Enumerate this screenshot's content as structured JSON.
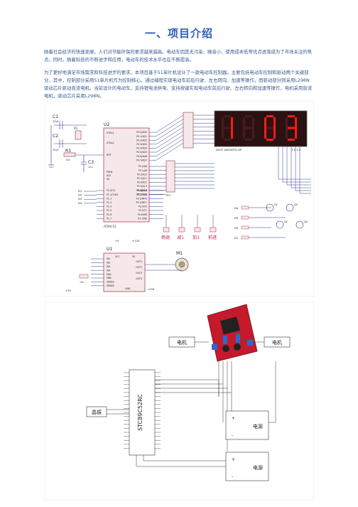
{
  "heading": "一、项目介绍",
  "paragraphs": [
    "随着社会经济的快速发展，人们对节能环保的要求越来越高。电动车因其无污染、噪音小、使用成本低等优点逐渐成为了市场关注的焦点。同时，随着科技的不断进步和应用，电动车的技术水平也在不断提高。",
    "为了更好地满足市场需求和科技进步的要求，本项目基于51单片机设计了一款电动车控制器。主要包括电动车控制和驱动两个关键部分。其中，控制部分采用51单片机作为控制核心，通过编程实现电动车前后行驶、左右转向、加速等操作。而驱动部分则采用L298N驱动芯片驱动直流电机。当前设计的电动车，支持锂电池供电、支持按键实现电动车前后行驶、左右转向和加速等操作，电机采用直流电机，驱动芯片采用L298N。"
  ],
  "schematic": {
    "components": {
      "c1": "C1",
      "c1_val": "30pF",
      "c2": "C2",
      "c2_val": "30pF",
      "r3": "R3",
      "r3_val": "10k",
      "c3": "C3",
      "c3_val": "10u",
      "x1": "X1",
      "u2": "U2",
      "u2_part": "AT89C52",
      "u1": "U1",
      "u1_part": "L298",
      "m1": "M1",
      "seg_label": "DIGIT ABCDEFG DP",
      "seg_digits": "1 2 3 4",
      "rp": "RP1",
      "v5": "+5",
      "v12": "+12V",
      "vneg": "+5V",
      "r_l298": "10k"
    },
    "display": [
      "1",
      "",
      "0",
      "3"
    ],
    "xtal_pins": [
      "XTAL1",
      "XTAL2"
    ],
    "rst_pin": "RST",
    "ctrl_pins": [
      "PSEN",
      "ALE",
      "EA"
    ],
    "p0_pins": [
      "P0.0/AD0",
      "P0.1/AD1",
      "P0.2/AD2",
      "P0.3/AD3",
      "P0.4/AD4",
      "P0.5/AD5",
      "P0.6/AD6",
      "P0.7/AD7"
    ],
    "p2_pins": [
      "P2.0/A8",
      "P2.1/A9",
      "P2.2/A10",
      "P2.3/A11",
      "P2.4/A12",
      "P2.5/A13",
      "P2.6/A14",
      "P2.7/A15"
    ],
    "p1_pins": [
      "P1.0/T2",
      "P1.1/T2EX",
      "P1.2",
      "P1.3",
      "P1.4",
      "P1.5",
      "P1.6",
      "P1.7"
    ],
    "p3_pins": [
      "P3.0/RXD",
      "P3.1/TXD",
      "P3.2/INT0",
      "P3.3/INT1",
      "P3.4/T0",
      "P3.5/T1",
      "P3.6/WR",
      "P3.7/RD"
    ],
    "d_labels": [
      "D1",
      "D2",
      "D3",
      "D4"
    ],
    "buttons": [
      "倒退",
      "减1",
      "加1",
      "前进"
    ],
    "l298_left": [
      "IN1",
      "IN2",
      "IN3",
      "IN4",
      "ENA",
      "ENB",
      "SENSA",
      "SENSB"
    ],
    "l298_top": [
      "VCC",
      "VS"
    ],
    "l298_right": [
      "OUT1",
      "OUT2",
      "OUT3",
      "OUT4"
    ],
    "l298_gnd": "GND",
    "transistor_d": [
      "D4",
      "D3",
      "D2",
      "D1"
    ],
    "transistor_q": [
      "Q1",
      "Q2",
      "Q3",
      "Q4"
    ]
  },
  "wiring": {
    "motor_left": "电机",
    "motor_right": "电机",
    "crystal": "晶振",
    "power1": "电源",
    "power2": "电源",
    "mcu": "STC89C52RC",
    "plus1": "+",
    "minus1": "-",
    "plus2": "+",
    "minus2": "-"
  },
  "colors": {
    "heading": "#2c5fb8",
    "text": "#3a5b8f",
    "chip": "#f6e8ea",
    "chip_border": "#9b2d3a",
    "wire": "#2c3a8c",
    "seg_bg": "#2a1212",
    "seg_on": "#ff1a1a",
    "board": "#c41a2c"
  }
}
